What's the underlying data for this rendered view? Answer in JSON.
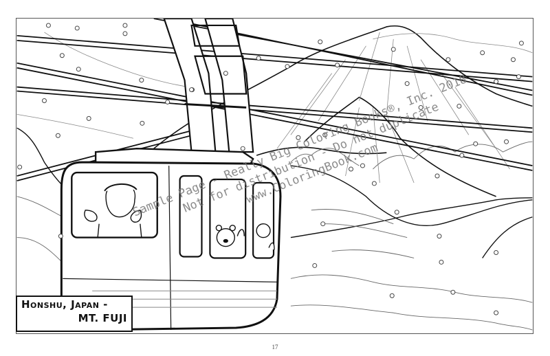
{
  "page": {
    "type": "coloring-book-page",
    "page_number": "17"
  },
  "caption": {
    "line1": "Honshu, Japan -",
    "line2": "MT. FUJI"
  },
  "watermark": {
    "line1": "Sample Page - Really Big Coloring Books®, Inc. 2018",
    "line2": "Not for distribution - Do not duplicate",
    "line3": "www.ColoringBook.com"
  },
  "illustration": {
    "subject": "Cable car gondola passing Mt. Fuji in snow",
    "elements": [
      "cable-car-gondola",
      "support-arm",
      "cables",
      "mt-fuji",
      "mountains",
      "clouds",
      "snowflakes",
      "passengers"
    ],
    "passengers": [
      "skier-with-mittens",
      "bear",
      "waving-boy"
    ],
    "colors": {
      "line": "#111111",
      "detail": "#777777",
      "background": "#ffffff"
    }
  }
}
